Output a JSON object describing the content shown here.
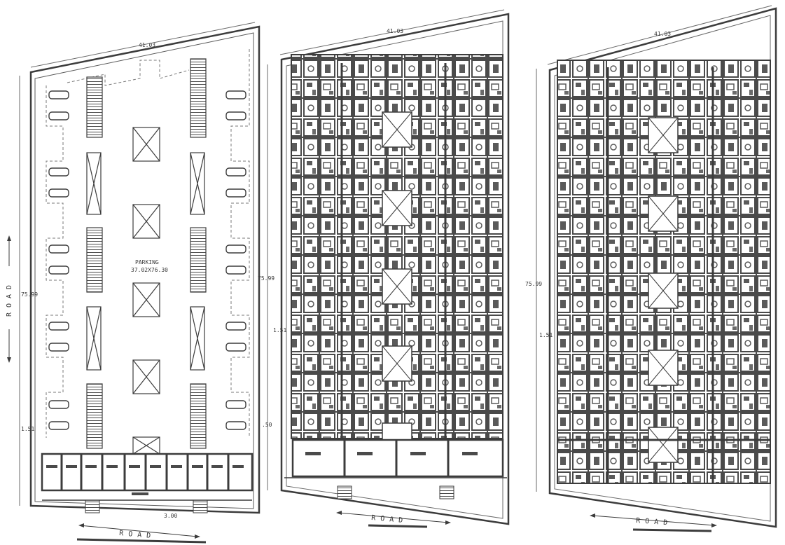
{
  "colors": {
    "ink": "#3c3c3c",
    "light": "#8a8a8a",
    "fill": "#5a5a5a",
    "paper": "#ffffff"
  },
  "plans": [
    {
      "kind": "parking-floor",
      "top_width": "41.03",
      "side_length": "75.99",
      "side_offset": "1.51",
      "bottom_dim": "3.00",
      "road_side": "ROAD",
      "road_bottom": "ROAD",
      "parking_label": "PARKING",
      "parking_size": "37.02X76.30"
    },
    {
      "kind": "typical-floor-1",
      "top_width": "41.03",
      "side_length": "75.99",
      "side_offset": "1.51",
      "bottom_dim": ".50",
      "road_bottom": "ROAD"
    },
    {
      "kind": "typical-floor-2",
      "top_width": "41.03",
      "side_length": "75.99",
      "side_offset": "1.51",
      "road_bottom": "ROAD"
    }
  ]
}
